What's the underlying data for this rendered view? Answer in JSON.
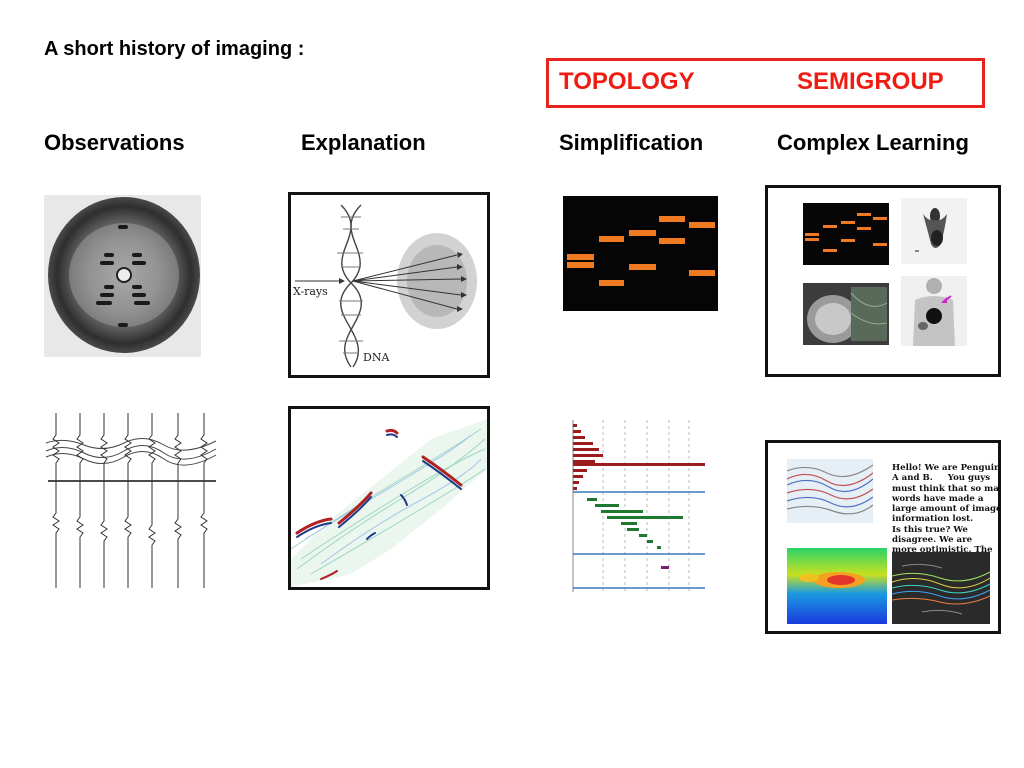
{
  "slide": {
    "title": "A short history of imaging :",
    "topology_label": "TOPOLOGY",
    "semigroup_label": "SEMIGROUP",
    "columns": [
      "Observations",
      "Explanation",
      "Simplification",
      "Complex Learning"
    ],
    "diagram_labels": {
      "xrays": "X-rays",
      "dna": "DNA"
    },
    "penguin_text": [
      "Hello! We are Penguin",
      "A and B.     You guys",
      "must think that so many",
      "words have made a",
      "large amount of image",
      "information lost.",
      "Is this true? We",
      "disagree. We are",
      "more optimistic. The"
    ]
  },
  "colors": {
    "accent_red": "#e8231b",
    "band_orange": "#f07a22",
    "barcode_red": "#9b1c1c",
    "barcode_green": "#1d7a2e",
    "line_blue": "#3a78c2"
  }
}
